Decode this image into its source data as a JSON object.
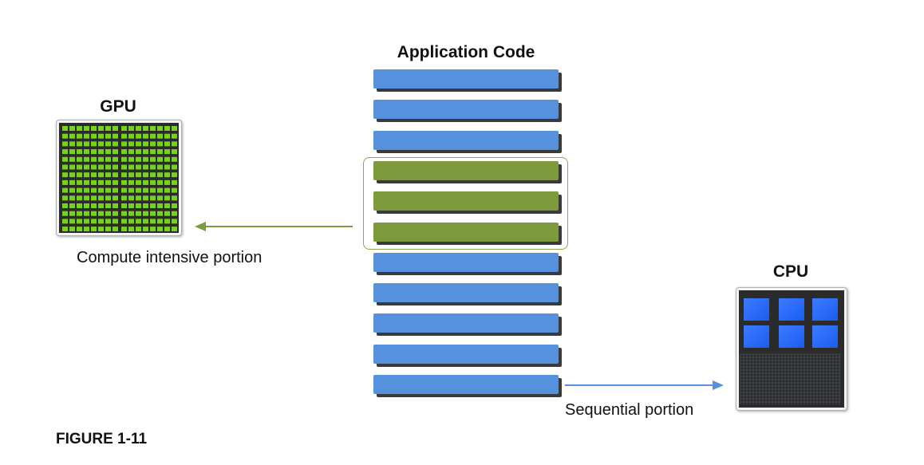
{
  "diagram": {
    "app_code_title": "Application Code",
    "gpu_title": "GPU",
    "cpu_title": "CPU",
    "gpu_arrow_label": "Compute intensive portion",
    "cpu_arrow_label": "Sequential portion",
    "figure_label": "FIGURE 1-11",
    "code_blocks": [
      {
        "kind": "sequential"
      },
      {
        "kind": "sequential"
      },
      {
        "kind": "sequential"
      },
      {
        "kind": "compute-intensive"
      },
      {
        "kind": "compute-intensive"
      },
      {
        "kind": "compute-intensive"
      },
      {
        "kind": "sequential"
      },
      {
        "kind": "sequential"
      },
      {
        "kind": "sequential"
      },
      {
        "kind": "sequential"
      },
      {
        "kind": "sequential"
      }
    ],
    "colors": {
      "sequential_block": "#5591dd",
      "compute_block": "#7d9a3c",
      "gpu_core": "#76d21a",
      "cpu_core": "#1a5cf0",
      "gpu_arrow": "#7d9a3c",
      "cpu_arrow": "#5591dd"
    },
    "icons": [
      "gpu-chip-icon",
      "cpu-chip-icon"
    ]
  }
}
